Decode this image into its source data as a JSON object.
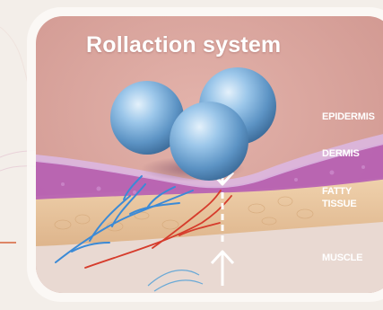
{
  "diagram": {
    "title": "Rollaction system",
    "layers": {
      "epidermis": "EPIDERMIS",
      "dermis": "DERMIS",
      "fatty_tissue_line1": "FATTY",
      "fatty_tissue_line2": "TISSUE",
      "muscle": "MUSCLE"
    }
  },
  "colors": {
    "frame": "#f8f4f1",
    "skin": "#d9a39b",
    "dermis": "#b65fb0",
    "fatty_tissue": "#e8c49e",
    "muscle": "#e6d6cf",
    "ball": "#6ea7d6",
    "vein_blue": "#3d8bd8",
    "vein_red": "#d9402e",
    "arrow": "#ffffff"
  }
}
